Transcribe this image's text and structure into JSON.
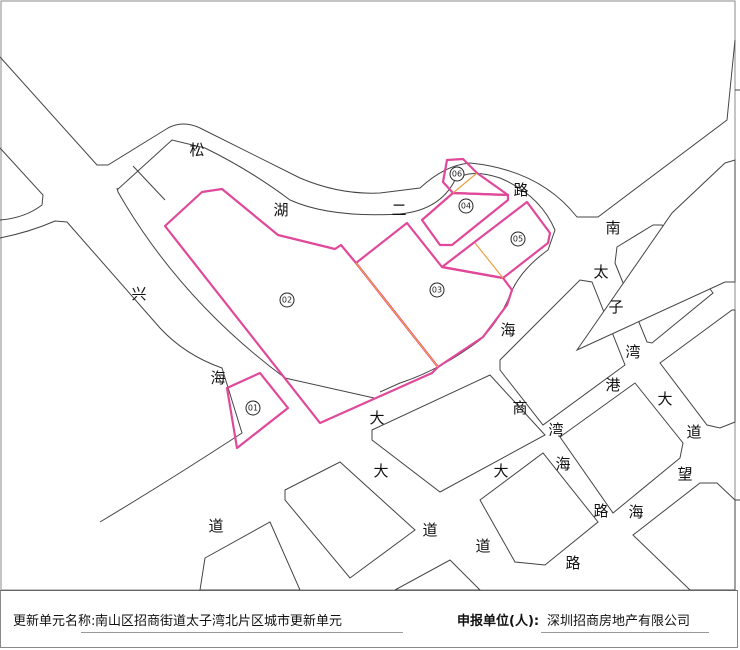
{
  "parcels": [
    {
      "id": "01"
    },
    {
      "id": "02"
    },
    {
      "id": "03"
    },
    {
      "id": "04"
    },
    {
      "id": "05"
    },
    {
      "id": "06"
    }
  ],
  "road_labels": [
    "松",
    "湖",
    "二",
    "路",
    "南",
    "太",
    "子",
    "湾",
    "港",
    "大",
    "道",
    "望",
    "海",
    "兴",
    "海",
    "海",
    "大",
    "商",
    "湾",
    "海",
    "大",
    "大",
    "路",
    "道",
    "道",
    "路",
    "道"
  ],
  "footer": {
    "unit_name_label": "更新单元名称:",
    "unit_name_value": "南山区招商街道太子湾北片区城市更新单元",
    "applicant_label": "申报单位(人):",
    "applicant_value": "深圳招商房地产有限公司"
  },
  "colors": {
    "parcel_boundary": "#e0489a",
    "sub_boundary": "#f0a040",
    "road_line": "#444444"
  }
}
